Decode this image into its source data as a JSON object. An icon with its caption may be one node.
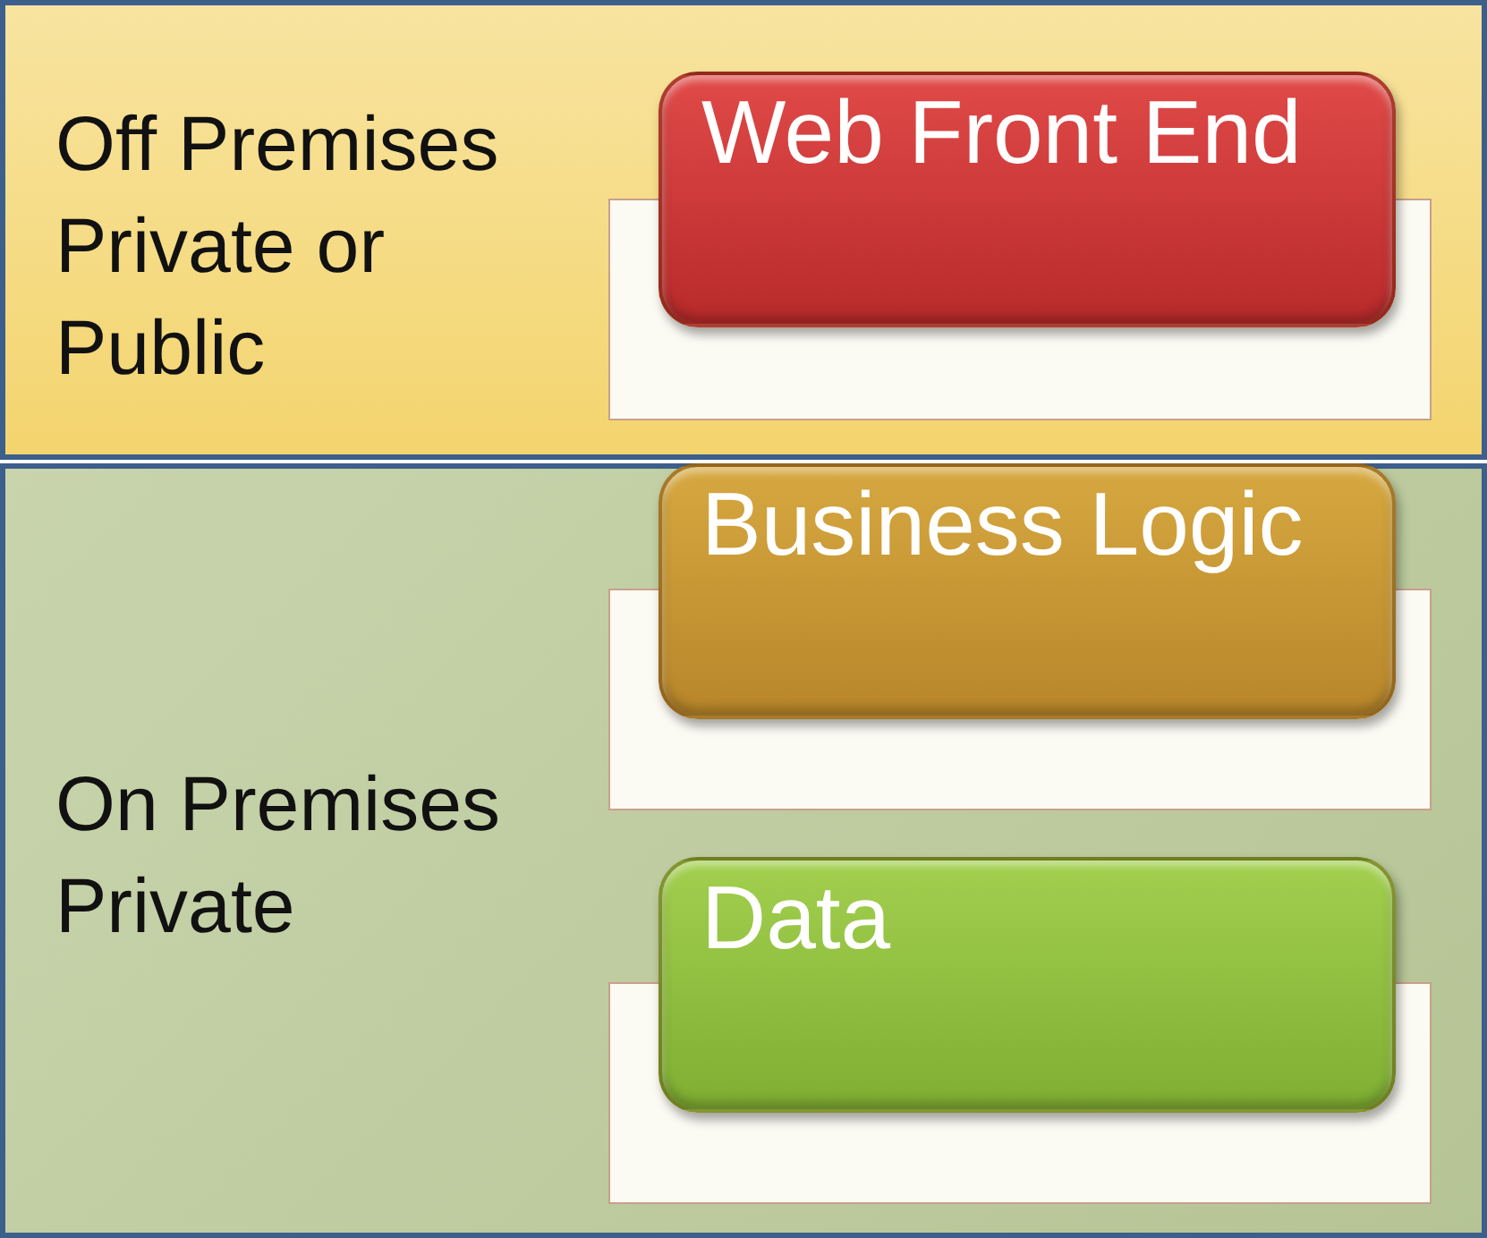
{
  "diagram": {
    "nodes": [
      {
        "text": [
          "Off Premises Private or Public"
        ]
      },
      {
        "text": [
          "Web Front End"
        ],
        "in": 0
      },
      {
        "text": [
          "On Premises Private"
        ]
      },
      {
        "text": [
          "Business Logic"
        ],
        "in": 2
      },
      {
        "text": [
          "Data"
        ],
        "in": 2
      }
    ]
  }
}
